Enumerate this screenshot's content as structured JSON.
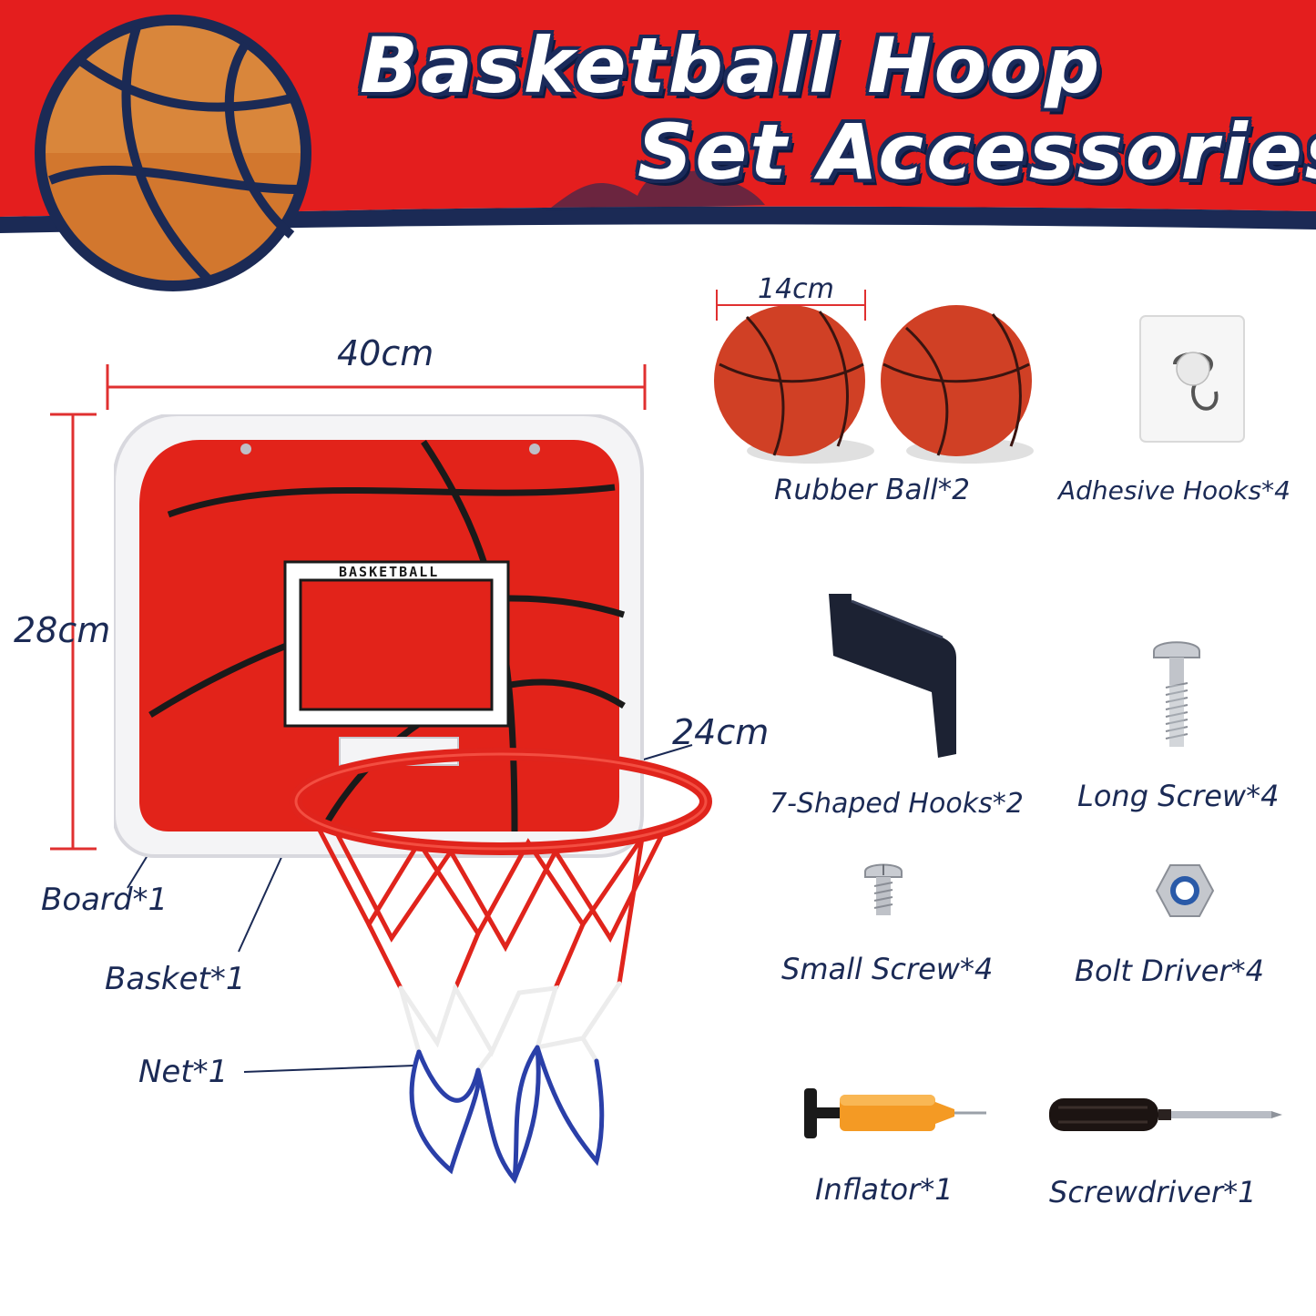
{
  "header": {
    "title_line1": "Basketball Hoop",
    "title_line2": "Set Accessories"
  },
  "dimensions": {
    "width": "40cm",
    "height": "28cm",
    "rim": "24cm",
    "ball": "14cm"
  },
  "board_text": "BASKETBALL",
  "parts": {
    "board": "Board*1",
    "basket": "Basket*1",
    "net": "Net*1",
    "rubber_ball": "Rubber Ball*2",
    "adhesive_hooks": "Adhesive Hooks*4",
    "seven_hooks": "7-Shaped Hooks*2",
    "long_screw": "Long Screw*4",
    "small_screw": "Small Screw*4",
    "bolt_driver": "Bolt Driver*4",
    "inflator": "Inflator*1",
    "screwdriver": "Screwdriver*1"
  },
  "colors": {
    "banner_red": "#e41e1e",
    "navy": "#1b2a55",
    "board_red": "#e2231a",
    "ball_orange": "#d2772e"
  }
}
